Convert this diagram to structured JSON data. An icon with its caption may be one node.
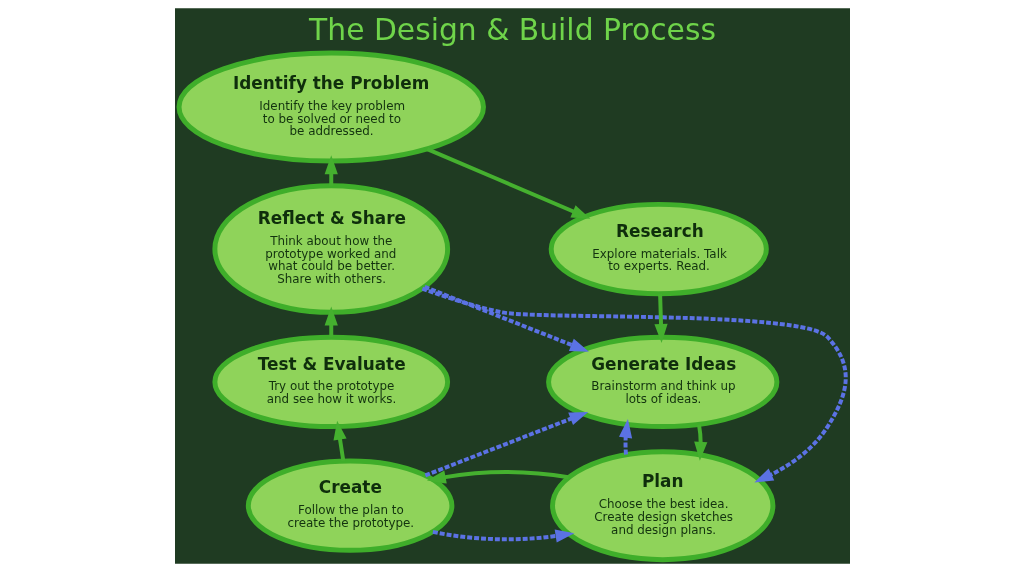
{
  "diagram": {
    "title": "The Design & Build Process",
    "nodes": [
      {
        "text": [
          "Identify the Problem",
          "Identify the key problem to be solved or need to be addressed."
        ]
      },
      {
        "text": [
          "Research",
          "Explore materials. Talk to experts. Read."
        ]
      },
      {
        "text": [
          "Generate Ideas",
          "Brainstorm and think up lots of ideas."
        ]
      },
      {
        "text": [
          "Plan",
          "Choose the best idea. Create design sketches and design plans."
        ]
      },
      {
        "text": [
          "Create",
          "Follow the plan to create the prototype."
        ]
      },
      {
        "text": [
          "Test & Evaluate",
          "Try out the prototype and see how it works."
        ]
      },
      {
        "text": [
          "Reflect & Share",
          "Think about how the prototype worked and what could be better. Share with others."
        ]
      }
    ],
    "edges": [
      {
        "from": 0,
        "to": 1,
        "arrow": "to"
      },
      {
        "from": 1,
        "to": 2,
        "arrow": "to"
      },
      {
        "from": 2,
        "to": 3,
        "arrow": "to"
      },
      {
        "from": 3,
        "to": 4,
        "arrow": "to"
      },
      {
        "from": 4,
        "to": 5,
        "arrow": "to"
      },
      {
        "from": 5,
        "to": 6,
        "arrow": "to"
      },
      {
        "from": 6,
        "to": 0,
        "arrow": "to"
      },
      {
        "from": 6,
        "to": 2,
        "arrow": "to",
        "style": "dashed",
        "color": "#5b72e4"
      },
      {
        "from": 6,
        "to": 3,
        "arrow": "to",
        "style": "dashed",
        "color": "#5b72e4"
      },
      {
        "from": 4,
        "to": 2,
        "arrow": "to",
        "style": "dashed",
        "color": "#5b72e4"
      },
      {
        "from": 4,
        "to": 3,
        "arrow": "to",
        "style": "dashed",
        "color": "#5b72e4"
      },
      {
        "from": 3,
        "to": 2,
        "arrow": "to",
        "style": "dashed",
        "color": "#5b72e4"
      }
    ]
  }
}
